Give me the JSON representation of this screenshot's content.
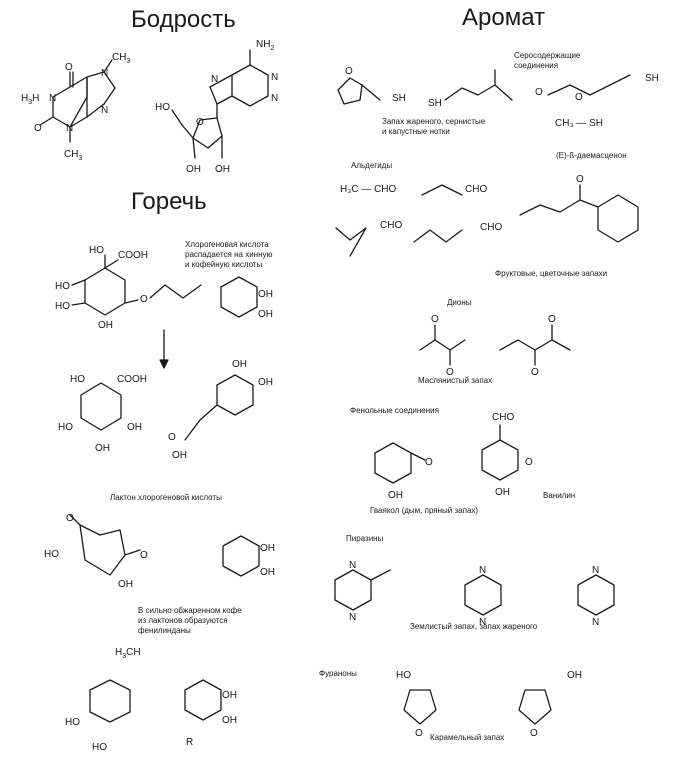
{
  "headings": {
    "alertness": "Бодрость",
    "bitterness": "Горечь",
    "aroma": "Аромат"
  },
  "notes": {
    "chlorogenic_line1": "Хлорогеновая кислота",
    "chlorogenic_line2": "распадается на хинную",
    "chlorogenic_line3": "и кофейную кислоты",
    "lactone": "Лактон хлорогеновой кислоты",
    "indane_line1": "В сильно обжаренном кофе",
    "indane_line2": "из лактонов образуются",
    "indane_line3": "фенилинданы",
    "sulfur_line1": "Серосодержащие",
    "sulfur_line2": "соединения",
    "roast_line1": "Запах жареного, сернистые",
    "roast_line2": "и капустные нотки",
    "damascenone": "(E)-ß-даемасценон",
    "aldehydes": "Альдегиды",
    "fruity": "Фруктовые, цветочные запахи",
    "diones": "Дионы",
    "buttery": "Маслянистый запах",
    "phenols": "Фенольные соединения",
    "vanillin": "Ванилин",
    "guaiacol": "Гваякол (дым, пряный запах)",
    "pyrazines": "Пиразины",
    "earthy": "Землистый запах, запах жареного",
    "furanones": "Фураноны",
    "caramel": "Карамельный запах"
  },
  "atoms": {
    "me": "CH",
    "me_prefix": "H",
    "sub3": "3",
    "sub2": "2",
    "n": "N",
    "o": "O",
    "s": "S",
    "r": "R",
    "oh": "OH",
    "ho": "HO",
    "sh": "SH",
    "nh2": "NH",
    "cooh": "COOH",
    "cho": "CHO",
    "ch3_s": "CH₃ — SH",
    "h3c_cho": "H₃C — CHO"
  }
}
